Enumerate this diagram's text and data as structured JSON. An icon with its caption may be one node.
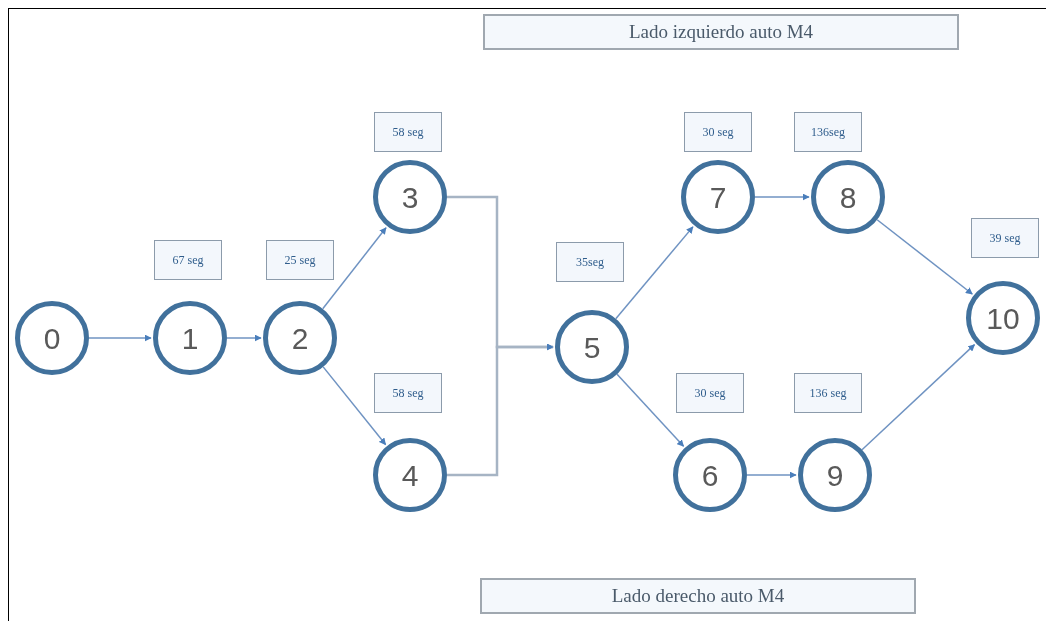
{
  "diagram": {
    "nodes": [
      {
        "text": [
          "0"
        ]
      },
      {
        "text": [
          "1"
        ],
        "beside": [
          "67 seg"
        ]
      },
      {
        "text": [
          "2"
        ],
        "beside": [
          "25 seg"
        ]
      },
      {
        "text": [
          "3"
        ],
        "beside": [
          "58 seg"
        ]
      },
      {
        "text": [
          "4"
        ],
        "beside": [
          "58 seg"
        ]
      },
      {
        "text": [
          "5"
        ],
        "beside": [
          "35seg"
        ]
      },
      {
        "text": [
          "6"
        ],
        "beside": [
          "30 seg"
        ]
      },
      {
        "text": [
          "7"
        ],
        "beside": [
          "30 seg"
        ]
      },
      {
        "text": [
          "8"
        ],
        "beside": [
          "136seg"
        ]
      },
      {
        "text": [
          "9"
        ],
        "beside": [
          "136 seg"
        ]
      },
      {
        "text": [
          "10"
        ],
        "beside": [
          "39 seg"
        ]
      }
    ],
    "edges": [
      {
        "from": 0,
        "to": 1,
        "arrow": "to"
      },
      {
        "from": 1,
        "to": 2,
        "arrow": "to"
      },
      {
        "from": 2,
        "to": 3,
        "arrow": "to"
      },
      {
        "from": 2,
        "to": 4,
        "arrow": "to"
      },
      {
        "from": 3,
        "to": 5,
        "arrow": "to"
      },
      {
        "from": 4,
        "to": 5,
        "arrow": "to"
      },
      {
        "from": 5,
        "to": 7,
        "arrow": "to"
      },
      {
        "from": 5,
        "to": 6,
        "arrow": "to"
      },
      {
        "from": 7,
        "to": 8,
        "arrow": "to"
      },
      {
        "from": 6,
        "to": 9,
        "arrow": "to"
      },
      {
        "from": 8,
        "to": 10,
        "arrow": "to"
      },
      {
        "from": 9,
        "to": 10,
        "arrow": "to"
      }
    ],
    "labels": [
      "Lado izquierdo auto M4",
      "Lado derecho auto M4"
    ]
  }
}
